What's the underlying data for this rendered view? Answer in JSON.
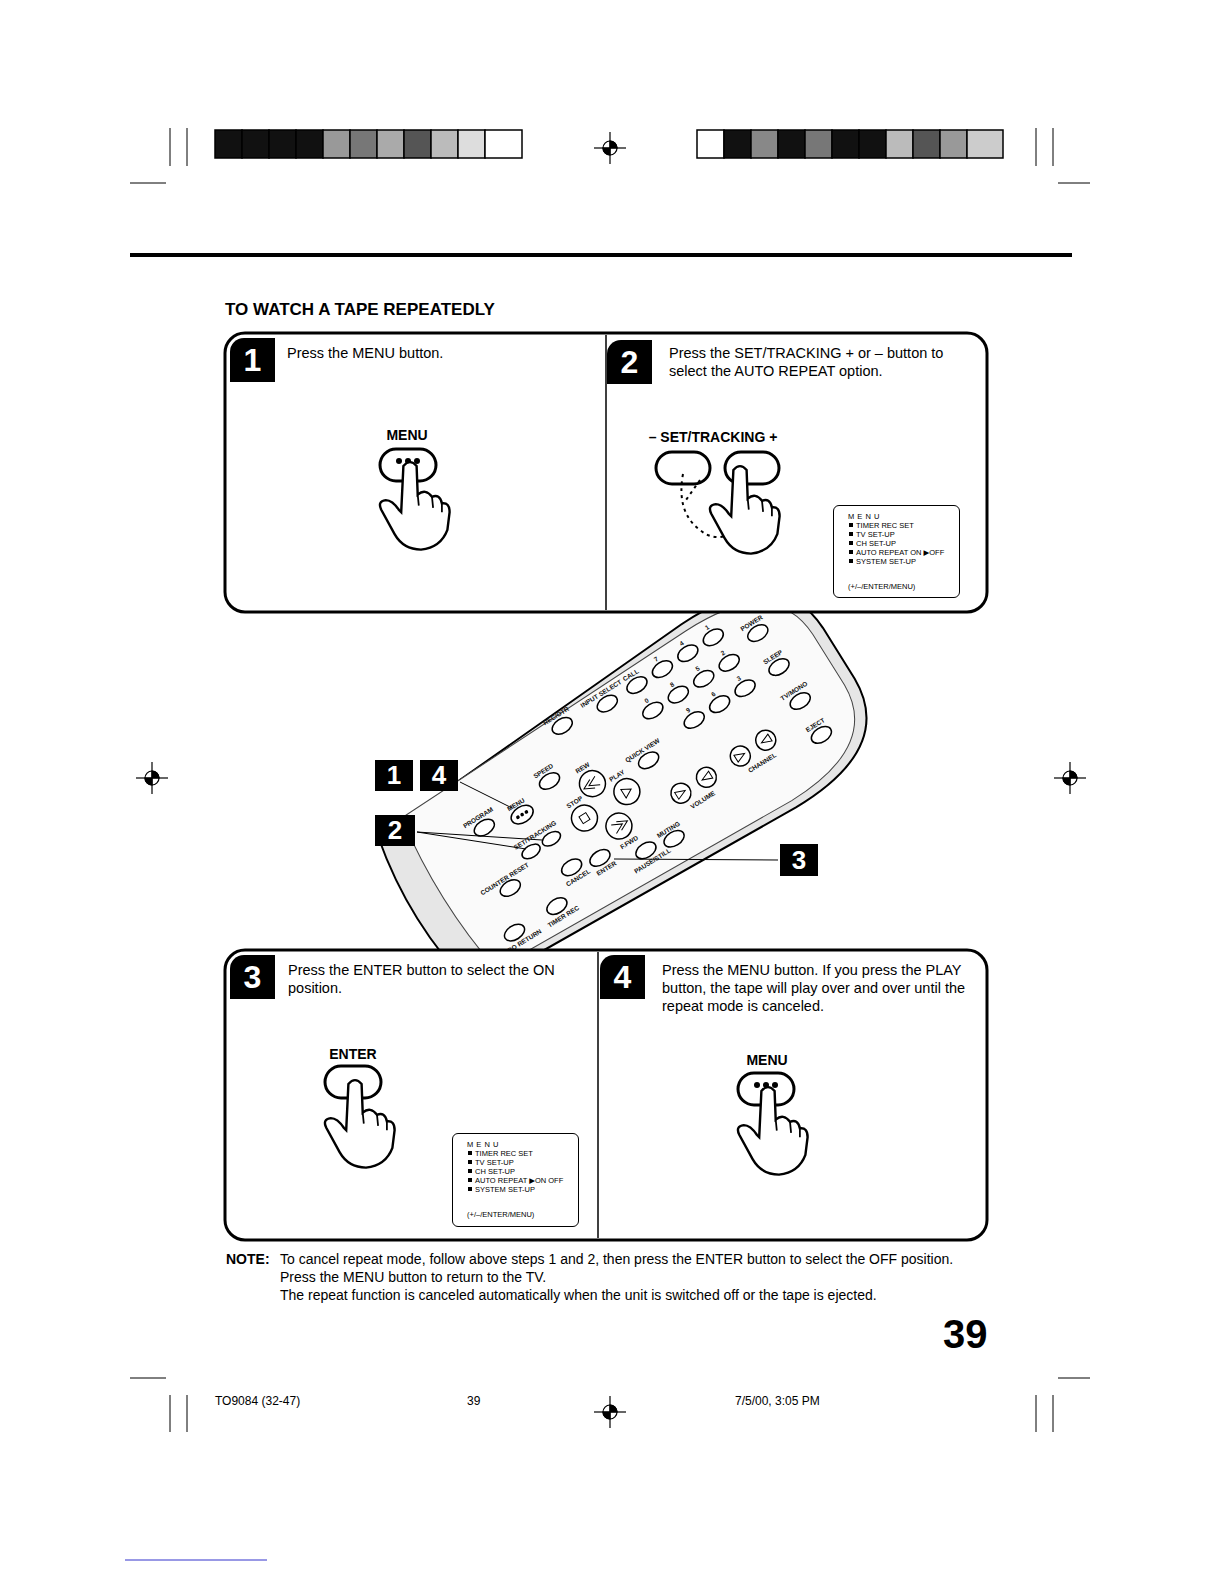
{
  "diagram": {
    "title": "TO WATCH A TAPE REPEATEDLY",
    "nodes": [
      {
        "text": [
          "1",
          "Press the MENU button.",
          "MENU"
        ]
      },
      {
        "text": [
          "2",
          "Press the SET/TRACKING + or – button to select the AUTO REPEAT option.",
          "– SET/TRACKING +"
        ]
      },
      {
        "text": [
          "M E N U",
          "TIMER REC SET",
          "TV SET-UP",
          "CH SET-UP",
          "AUTO REPEAT  ON ▶OFF",
          "SYSTEM  SET-UP",
          "(+/–/ENTER/MENU)"
        ],
        "in": 1
      },
      {
        "text": [
          "1"
        ]
      },
      {
        "text": [
          "4"
        ]
      },
      {
        "text": [
          "2"
        ]
      },
      {
        "text": [
          "3"
        ]
      },
      {
        "text": [
          "3",
          "Press the ENTER button to select the ON position.",
          "ENTER"
        ]
      },
      {
        "text": [
          "M E N U",
          "TIMER REC SET",
          "TV SET-UP",
          "CH SET-UP",
          "AUTO REPEAT ▶ON  OFF",
          "SYSTEM  SET-UP",
          "(+/–/ENTER/MENU)"
        ],
        "in": 7
      },
      {
        "text": [
          "4",
          "Press the MENU button. If you press the PLAY button, the tape will play over and over until the repeat mode is canceled.",
          "MENU"
        ]
      }
    ],
    "labels": [
      "POWER",
      "SLEEP",
      "TV/MONO",
      "EJECT",
      "1",
      "2",
      "3",
      "4",
      "5",
      "6",
      "7",
      "8",
      "9",
      "CALL",
      "0",
      "INPUT SELECT",
      "CHANNEL",
      "QUICK VIEW",
      "VOLUME",
      "REC/OTR",
      "MUTING",
      "PLAY",
      "REW",
      "F.FWD",
      "STOP",
      "PAUSE/STILL",
      "SPEED",
      "MENU",
      "SET/TRACKING",
      "ENTER",
      "CANCEL",
      "PROGRAM",
      "COUNTER RESET",
      "TIMER REC",
      "ZERO RETURN",
      "NOTE:",
      "To cancel repeat mode, follow above steps 1 and 2, then press the ENTER button to select the OFF position.",
      "Press the MENU button to return to the TV.",
      "The repeat function is canceled automatically when the unit is switched off or the tape is ejected.",
      "39",
      "TO9084 (32-47)",
      "39",
      "7/5/00, 3:05 PM"
    ]
  }
}
